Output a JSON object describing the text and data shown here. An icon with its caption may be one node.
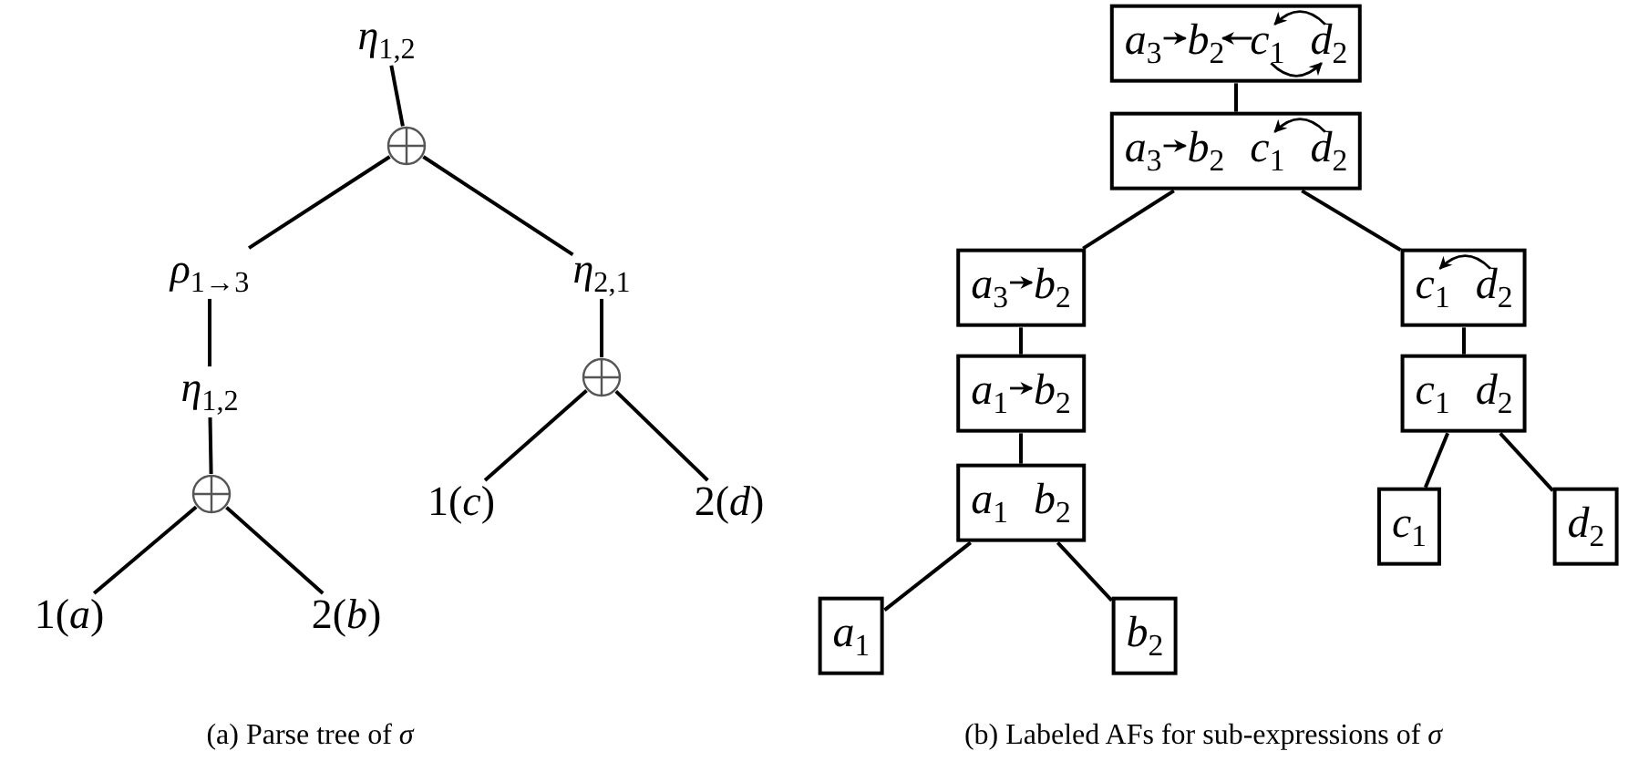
{
  "diagram": {
    "nodes": [
      {
        "text": [
          "*η*$_{1,2}$"
        ]
      },
      {
        "text": [],
        "shape": "circle"
      },
      {
        "text": [
          "*ρ*$_{1→3}$"
        ]
      },
      {
        "text": [
          "*η*$_{2,1}$"
        ]
      },
      {
        "text": [
          "*η*$_{1,2}$"
        ]
      },
      {
        "text": [],
        "shape": "circle"
      },
      {
        "text": [],
        "shape": "circle"
      },
      {
        "text": [
          "1(*c*)"
        ]
      },
      {
        "text": [
          "2(*d*)"
        ]
      },
      {
        "text": [
          "1(*a*)"
        ]
      },
      {
        "text": [
          "2(*b*)"
        ]
      },
      {
        "text": [],
        "shape": "box"
      },
      {
        "text": [
          "*a*$_{3}$"
        ],
        "in": 11
      },
      {
        "text": [
          "*b*$_{2}$"
        ],
        "in": 11
      },
      {
        "text": [
          "*c*$_{1}$"
        ],
        "in": 11
      },
      {
        "text": [
          "*d*$_{2}$"
        ],
        "in": 11
      },
      {
        "text": [],
        "shape": "box"
      },
      {
        "text": [
          "*a*$_{3}$"
        ],
        "in": 16
      },
      {
        "text": [
          "*b*$_{2}$"
        ],
        "in": 16
      },
      {
        "text": [
          "*c*$_{1}$"
        ],
        "in": 16
      },
      {
        "text": [
          "*d*$_{2}$"
        ],
        "in": 16
      },
      {
        "text": [],
        "shape": "box"
      },
      {
        "text": [
          "*a*$_{3}$"
        ],
        "in": 21
      },
      {
        "text": [
          "*b*$_{2}$"
        ],
        "in": 21
      },
      {
        "text": [],
        "shape": "box"
      },
      {
        "text": [
          "*c*$_{1}$"
        ],
        "in": 24
      },
      {
        "text": [
          "*d*$_{2}$"
        ],
        "in": 24
      },
      {
        "text": [],
        "shape": "box"
      },
      {
        "text": [
          "*a*$_{1}$"
        ],
        "in": 27
      },
      {
        "text": [
          "*b*$_{2}$"
        ],
        "in": 27
      },
      {
        "text": [],
        "shape": "box"
      },
      {
        "text": [
          "*c*$_{1}$"
        ],
        "in": 30
      },
      {
        "text": [
          "*d*$_{2}$"
        ],
        "in": 30
      },
      {
        "text": [],
        "shape": "box"
      },
      {
        "text": [
          "*a*$_{1}$"
        ],
        "in": 33
      },
      {
        "text": [
          "*b*$_{2}$"
        ],
        "in": 33
      },
      {
        "text": [
          "*c*$_{1}$"
        ]
      },
      {
        "text": [
          "*d*$_{2}$"
        ]
      },
      {
        "text": [
          "*a*$_{1}$"
        ]
      },
      {
        "text": [
          "*b*$_{2}$"
        ]
      }
    ],
    "edges": [
      {
        "from": 0,
        "to": 1,
        "arrow": "none"
      },
      {
        "from": 1,
        "to": 2,
        "arrow": "none"
      },
      {
        "from": 1,
        "to": 3,
        "arrow": "none"
      },
      {
        "from": 2,
        "to": 4,
        "arrow": "none"
      },
      {
        "from": 4,
        "to": 6,
        "arrow": "none"
      },
      {
        "from": 3,
        "to": 5,
        "arrow": "none"
      },
      {
        "from": 5,
        "to": 7,
        "arrow": "none"
      },
      {
        "from": 5,
        "to": 8,
        "arrow": "none"
      },
      {
        "from": 6,
        "to": 9,
        "arrow": "none"
      },
      {
        "from": 6,
        "to": 10,
        "arrow": "none"
      },
      {
        "from": 11,
        "to": 16,
        "arrow": "none"
      },
      {
        "from": 16,
        "to": 21,
        "arrow": "none"
      },
      {
        "from": 16,
        "to": 24,
        "arrow": "none"
      },
      {
        "from": 21,
        "to": 27,
        "arrow": "none"
      },
      {
        "from": 27,
        "to": 33,
        "arrow": "none"
      },
      {
        "from": 24,
        "to": 30,
        "arrow": "none"
      },
      {
        "from": 30,
        "to": 36,
        "arrow": "none"
      },
      {
        "from": 30,
        "to": 37,
        "arrow": "none"
      },
      {
        "from": 33,
        "to": 38,
        "arrow": "none"
      },
      {
        "from": 33,
        "to": 39,
        "arrow": "none"
      },
      {
        "from": 12,
        "to": 13,
        "arrow": "to"
      },
      {
        "from": 14,
        "to": 13,
        "arrow": "to"
      },
      {
        "from": 15,
        "to": 14,
        "arrow": "to"
      },
      {
        "from": 14,
        "to": 15,
        "arrow": "to"
      },
      {
        "from": 17,
        "to": 18,
        "arrow": "to"
      },
      {
        "from": 20,
        "to": 19,
        "arrow": "to"
      },
      {
        "from": 22,
        "to": 23,
        "arrow": "to"
      },
      {
        "from": 26,
        "to": 25,
        "arrow": "to"
      },
      {
        "from": 28,
        "to": 29,
        "arrow": "to"
      }
    ],
    "labels": [
      "(a)  Parse tree of *σ*",
      "(b)  Labeled AFs for sub-expressions of *σ*"
    ]
  }
}
